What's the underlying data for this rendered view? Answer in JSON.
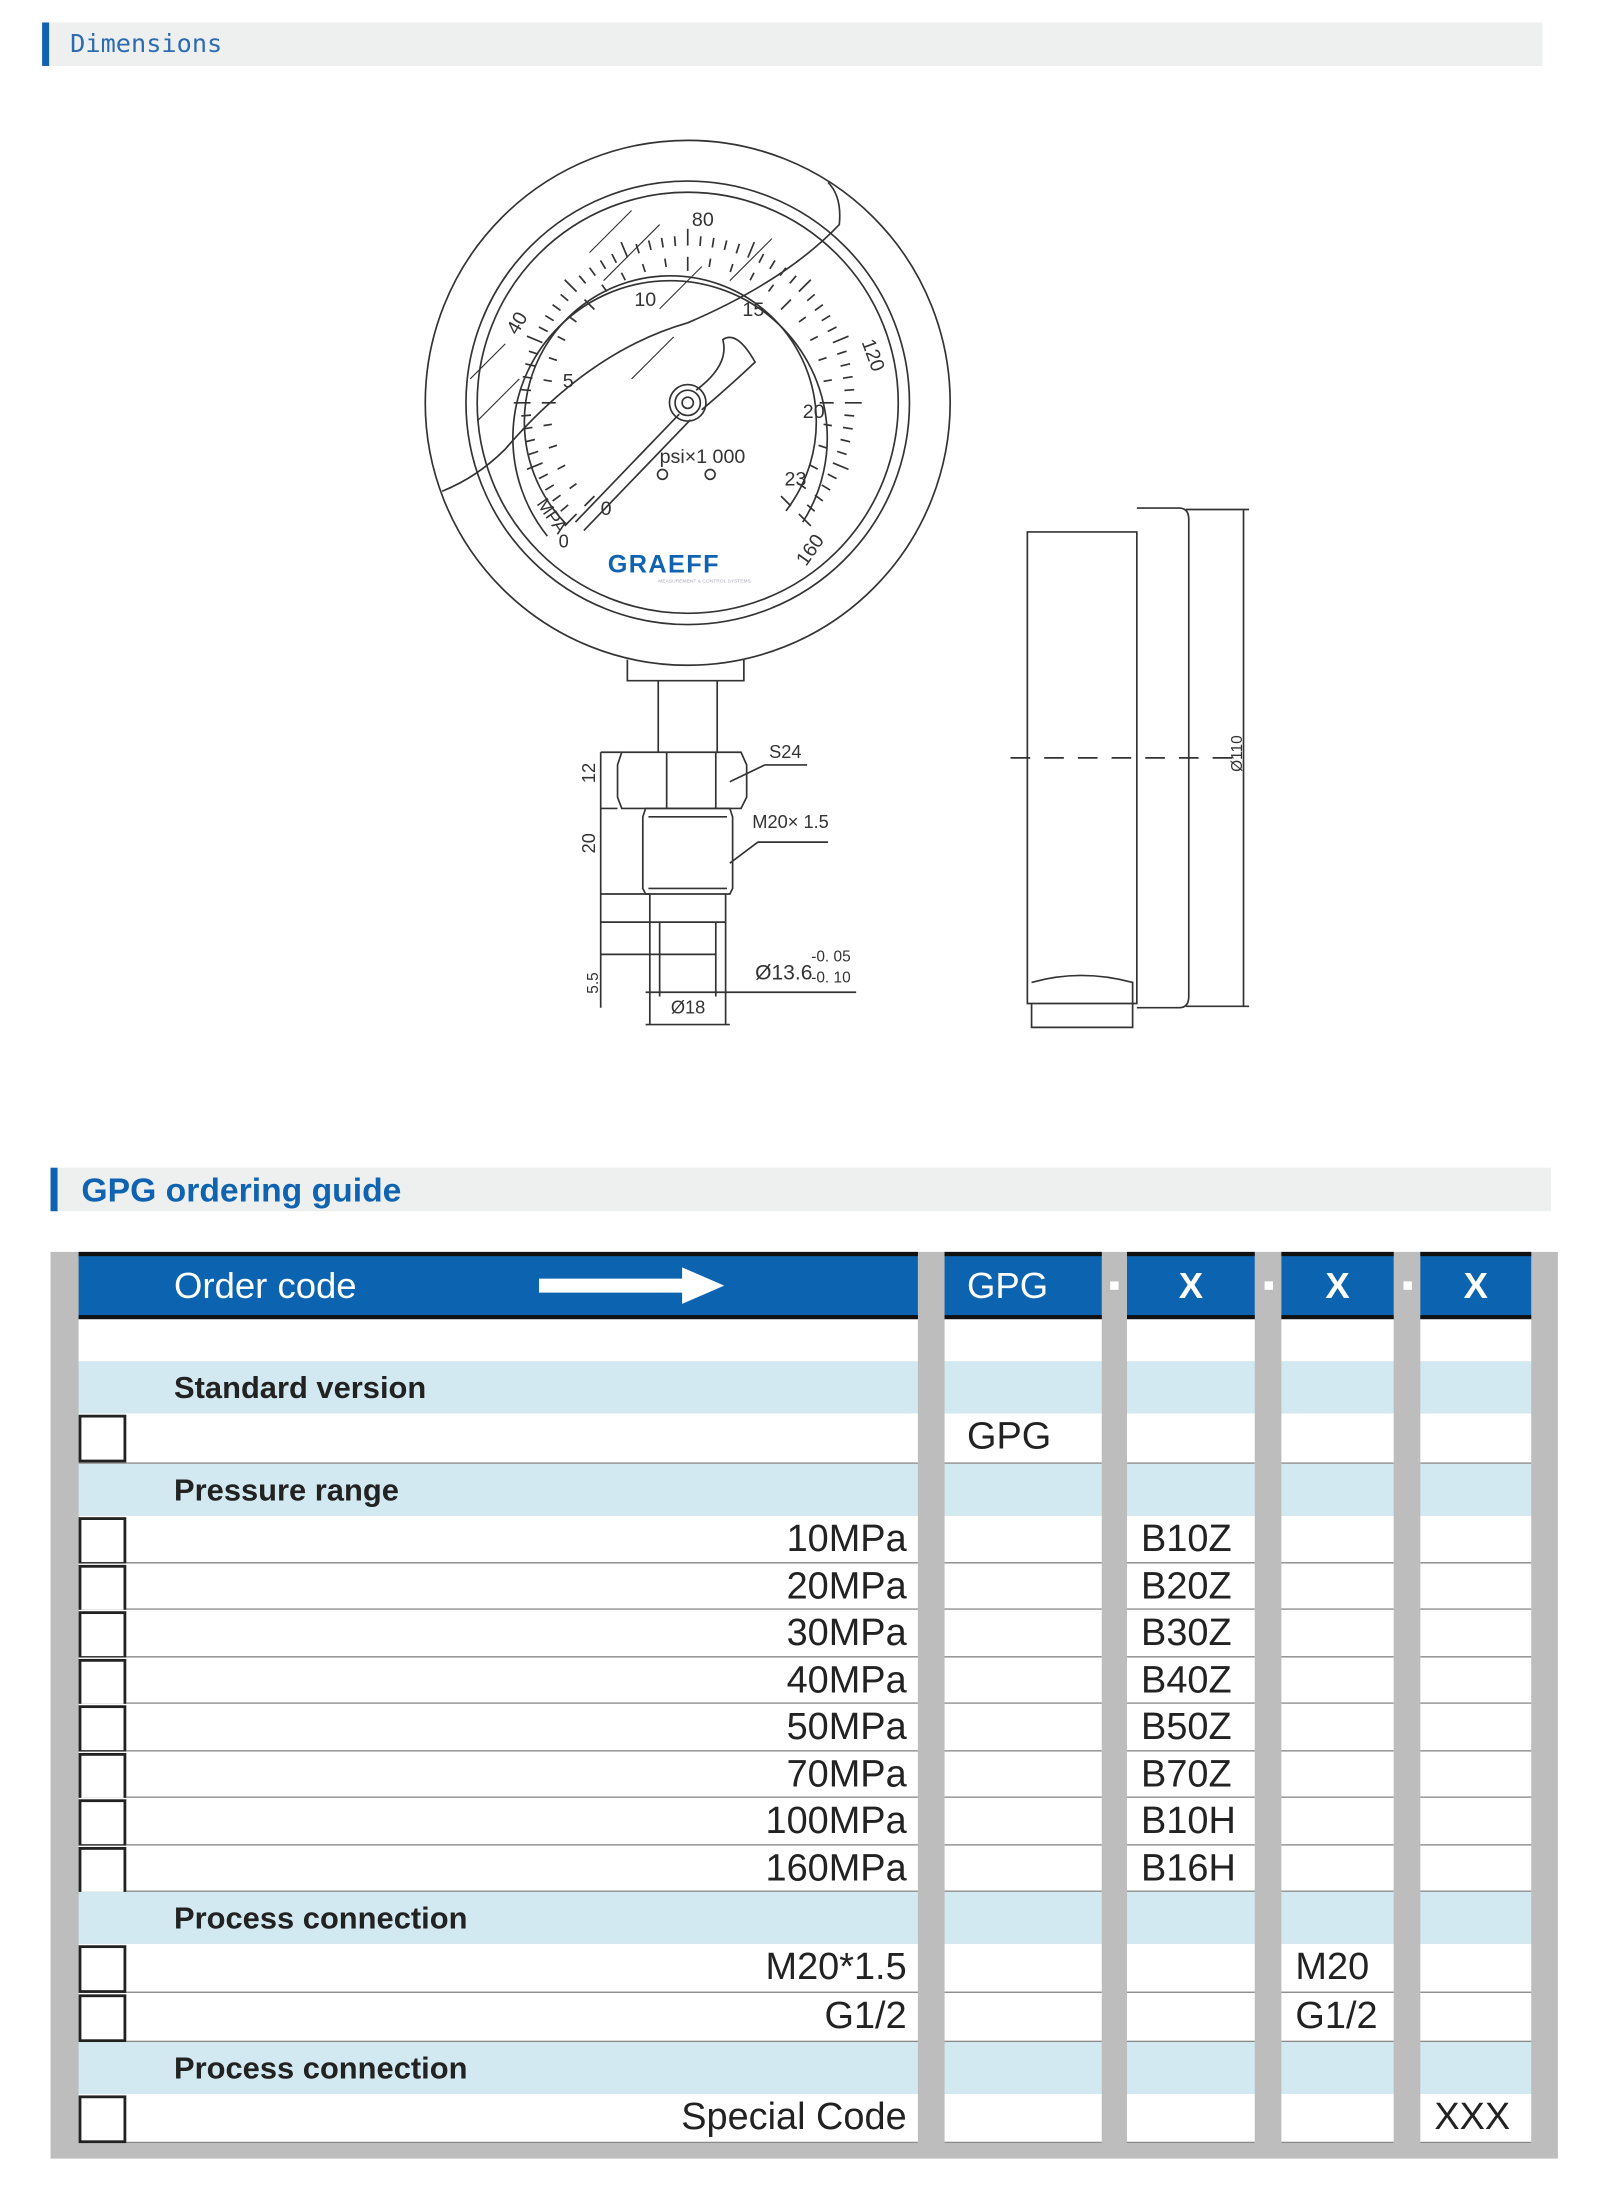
{
  "sections": {
    "dimensions": "Dimensions",
    "ordering_guide": "GPG ordering guide"
  },
  "drawing": {
    "outer_scale_labels": [
      "40",
      "80",
      "120",
      "160"
    ],
    "inner_scale_labels": [
      "0",
      "5",
      "10",
      "15",
      "20",
      "23"
    ],
    "unit_mpa": "MPA",
    "mpa_zero": "0",
    "unit_psi": "psi×1 000",
    "brand": "GRAEFF",
    "brand_tagline": "MEASUREMENT & CONTROL SYSTEMS",
    "brand_color": "#0f63b1",
    "dim_hex": "S24",
    "dim_thread": "M20× 1.5",
    "dim_12": "12",
    "dim_20": "20",
    "dim_55": "5.5",
    "dim_d18": "Ø18",
    "dim_d136": "Ø13.6",
    "tol_upper": "-0. 05",
    "tol_lower": "-0. 10",
    "dim_d110": "Ø110"
  },
  "table": {
    "header": {
      "order_code": "Order code",
      "gpg": "GPG",
      "x1": "X",
      "x2": "X",
      "x3": "X"
    },
    "sections": [
      {
        "title": "Standard version",
        "rows": [
          {
            "label": "",
            "code": "GPG",
            "col": 1
          }
        ]
      },
      {
        "title": "Pressure range",
        "rows": [
          {
            "label": "10MPa",
            "code": "B10Z",
            "col": 2
          },
          {
            "label": "20MPa",
            "code": "B20Z",
            "col": 2
          },
          {
            "label": "30MPa",
            "code": "B30Z",
            "col": 2
          },
          {
            "label": "40MPa",
            "code": "B40Z",
            "col": 2
          },
          {
            "label": "50MPa",
            "code": "B50Z",
            "col": 2
          },
          {
            "label": "70MPa",
            "code": "B70Z",
            "col": 2
          },
          {
            "label": "100MPa",
            "code": "B10H",
            "col": 2
          },
          {
            "label": "160MPa",
            "code": "B16H",
            "col": 2
          }
        ]
      },
      {
        "title": "Process connection",
        "rows": [
          {
            "label": "M20*1.5",
            "code": "M20",
            "col": 3
          },
          {
            "label": "G1/2",
            "code": "G1/2",
            "col": 3
          }
        ]
      },
      {
        "title": "Process connection",
        "rows": [
          {
            "label": "Special Code",
            "code": "XXX",
            "col": 4
          }
        ]
      }
    ]
  }
}
